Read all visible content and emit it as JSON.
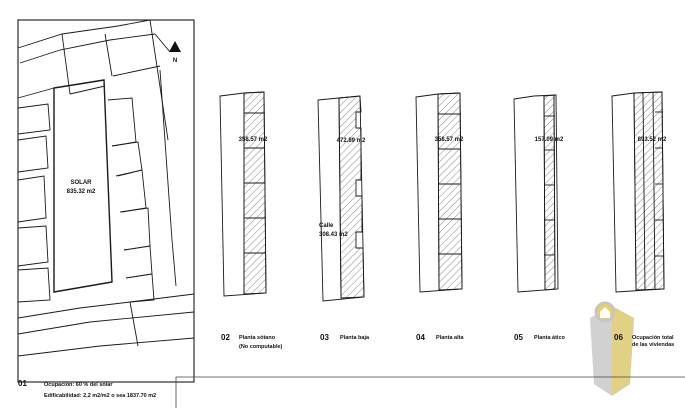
{
  "site_plan": {
    "north": "N",
    "solar_label": "SOLAR",
    "solar_area": "835.32 m2"
  },
  "step_01": {
    "num": "01",
    "ocupacion": "Ocupación: 60 % del solar",
    "edificabilidad": "Edificabilidad:  2,2 m2/m2 o sea 1837.70 m2"
  },
  "plans": [
    {
      "area": "358.57 m2",
      "num": "02",
      "title": "Planta sótano",
      "subtitle": "(No computable)"
    },
    {
      "area": "472.89 m2",
      "num": "03",
      "title": "Planta baja",
      "extra_label": "Calle",
      "extra_area": "308.43 m2"
    },
    {
      "area": "358.57 m2",
      "num": "04",
      "title": "Planta alta"
    },
    {
      "area": "157.09 m2",
      "num": "05",
      "title": "Planta ático"
    },
    {
      "area": "893.52 m2",
      "num": "06",
      "title": "Ocupación total",
      "subtitle": "de las viviendas"
    }
  ],
  "colors": {
    "line": "#1a1a1a",
    "hatch": "#555555",
    "accent_gold": "#e7c84a",
    "accent_gray": "#bdbdbd"
  }
}
